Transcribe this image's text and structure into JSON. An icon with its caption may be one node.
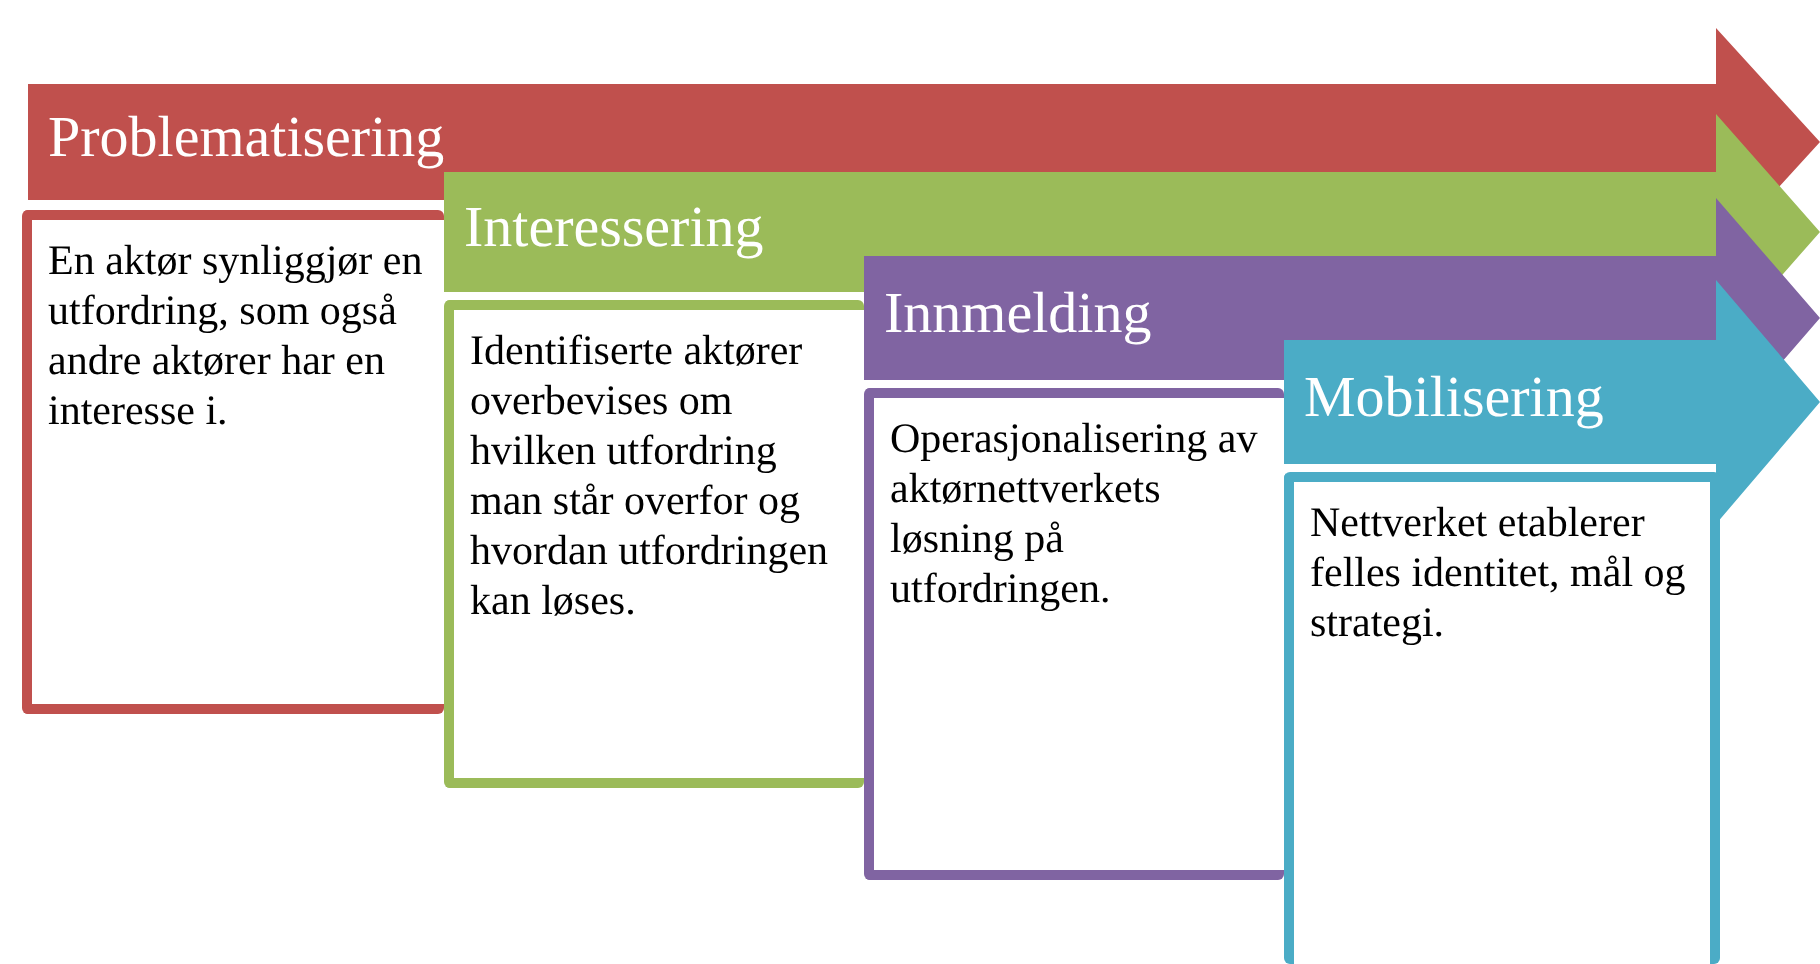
{
  "diagram": {
    "nodes": [
      {
        "text": [
          "Problematisering"
        ]
      },
      {
        "text": [
          "En aktør synliggjør en utfordring, som også andre aktører har en interesse i."
        ]
      },
      {
        "text": [
          "Interessering"
        ]
      },
      {
        "text": [
          "Identifiserte aktører overbevises om hvilken utfordring man står overfor og hvordan utfordringen kan løses."
        ]
      },
      {
        "text": [
          "Innmelding"
        ]
      },
      {
        "text": [
          "Operasjonalisering av aktørnettverkets løsning på utfordringen."
        ]
      },
      {
        "text": [
          "Mobilisering"
        ]
      },
      {
        "text": [
          "Nettverket etablerer felles identitet, mål og strategi."
        ]
      }
    ]
  }
}
